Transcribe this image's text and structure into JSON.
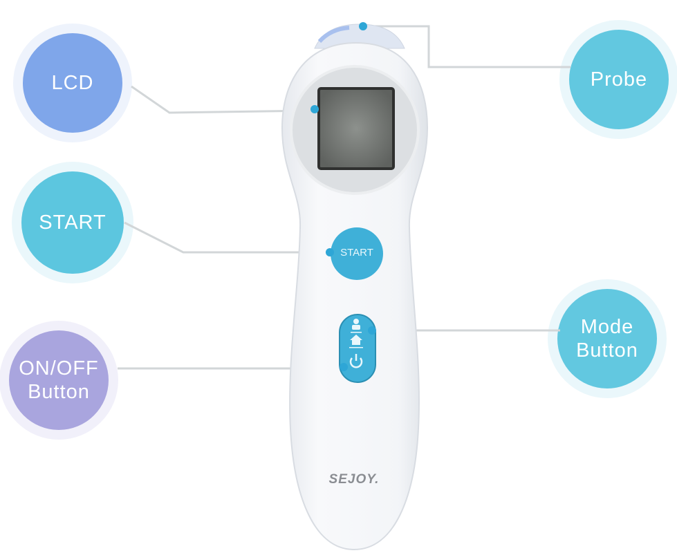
{
  "labels": {
    "lcd": "LCD",
    "start": "START",
    "onoff": "ON/OFF Button",
    "probe": "Probe",
    "mode": "Mode Button"
  },
  "device": {
    "start_button": "START",
    "brand": "SEJOY."
  },
  "colors": {
    "lcd_circle": "#7fa6ea",
    "start_circle": "#5cc6df",
    "onoff_circle": "#a9a5de",
    "probe_circle": "#62c8e0",
    "mode_circle": "#62c8e0",
    "accent": "#3fb0d8",
    "leader_line": "#d2d6d8"
  }
}
